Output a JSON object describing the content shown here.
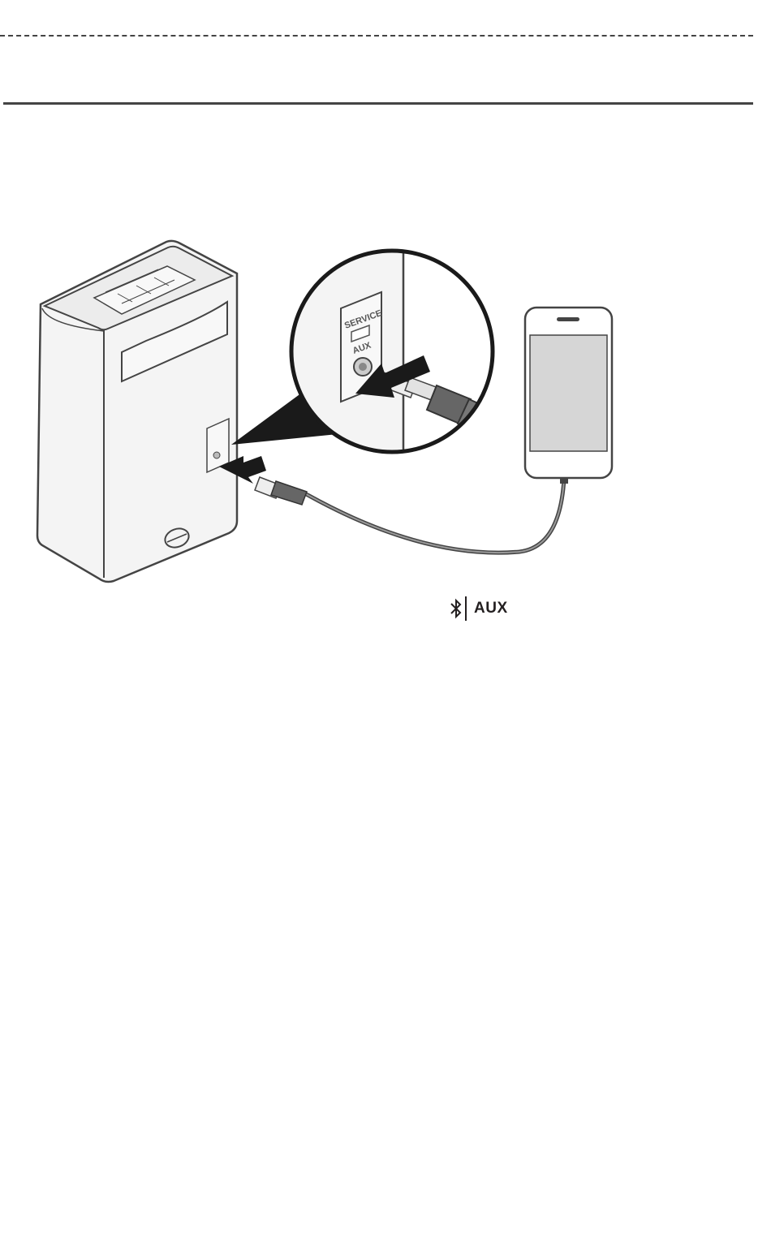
{
  "labels": {
    "service": "SERVICE",
    "aux": "AUX",
    "aux_indicator": "AUX"
  },
  "icons": {
    "bluetooth": "bluetooth-icon"
  },
  "colors": {
    "line": "#444444",
    "speaker_fill": "#f4f4f4",
    "screen": "#d6d6d6",
    "arrow": "#1a1a1a"
  }
}
